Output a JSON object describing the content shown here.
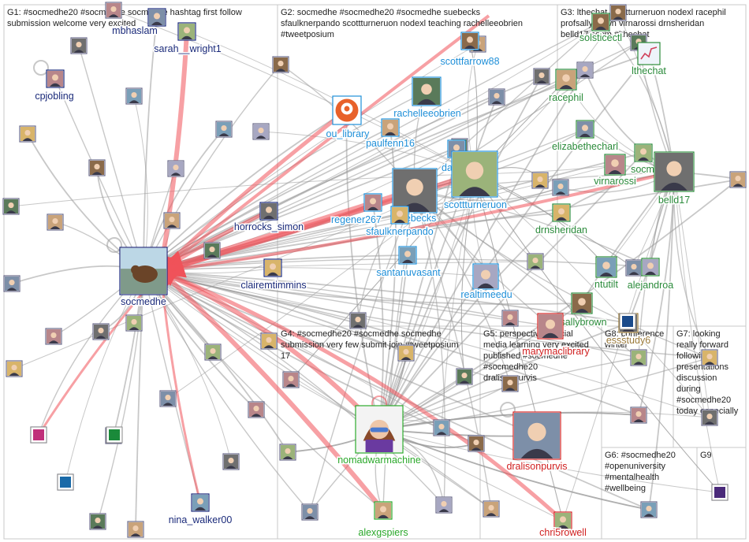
{
  "colors": {
    "edge": "#9a9a9a",
    "edge_highlight": "#f0525a",
    "box_border": "#c8c8c8",
    "group_text": "#222222",
    "g1_label": "#1a2a7a",
    "g2_label": "#1f8fd8",
    "g3_label": "#2a8a3a",
    "g4_label": "#2aa82a",
    "g5_label": "#d02020",
    "g6_label": "#9a7a3a"
  },
  "groups": [
    {
      "id": "G1",
      "text": "G1: #socmedhe20 #socmedhe socmedhe hashtag first follow submission welcome very excited"
    },
    {
      "id": "G2",
      "text": "G2: socmedhe #socmedhe20 #socmedhe suebecks sfaulknerpando scottturneruon nodexl teaching rachelleeobrien #tweetposium"
    },
    {
      "id": "G3",
      "text": "G3: lthechat scottturneruon nodexl racephil profsallybrown virnarossi drnsheridan belld17 socm #lthechat"
    },
    {
      "id": "G4",
      "text": "G4: #socmedhe20 #socmedhe socmedhe submission very few submit join #tweetposium 17"
    },
    {
      "id": "G5",
      "text": "G5: perspectives social media learning very excited published #socmedhe #socmedhe20 dralisonpurvis"
    },
    {
      "id": "G6",
      "text": "G6: #socmedhe20 #openuniversity #mentalhealth #wellbeing"
    },
    {
      "id": "G7",
      "text": "G7: looking really forward following presentations discussion during #socmedhe20 today especially"
    },
    {
      "id": "G8",
      "text": "G8: conference winter"
    },
    {
      "id": "G9",
      "text": "G9"
    }
  ],
  "nodes": [
    {
      "id": "socmedhe",
      "label": "socmedhe",
      "group": "G1",
      "avatar": "bear-photo"
    },
    {
      "id": "mbhaslam",
      "label": "mbhaslam",
      "group": "G1",
      "avatar": "portrait"
    },
    {
      "id": "sarah_wright1",
      "label": "sarah__wright1",
      "group": "G1",
      "avatar": "portrait"
    },
    {
      "id": "cpjobling",
      "label": "cpjobling",
      "group": "G1",
      "avatar": "portrait"
    },
    {
      "id": "horrocks_simon",
      "label": "horrocks_simon",
      "group": "G1",
      "avatar": "portrait"
    },
    {
      "id": "clairemtimmins",
      "label": "clairemtimmins",
      "group": "G1",
      "avatar": "portrait"
    },
    {
      "id": "nina_walker00",
      "label": "nina_walker00",
      "group": "G1",
      "avatar": "portrait"
    },
    {
      "id": "ou_library",
      "label": "ou_library",
      "group": "G2",
      "avatar": "ou-logo"
    },
    {
      "id": "scottfarrow88",
      "label": "scottfarrow88",
      "group": "G2",
      "avatar": "portrait"
    },
    {
      "id": "rachelleeobrien",
      "label": "rachelleeobrien",
      "group": "G2",
      "avatar": "portrait"
    },
    {
      "id": "paulfenn16",
      "label": "paulfenn16",
      "group": "G2",
      "avatar": "portrait"
    },
    {
      "id": "da",
      "label": "da",
      "group": "G2",
      "avatar": "portrait"
    },
    {
      "id": "scottturneruon",
      "label": "scottturneruon",
      "group": "G2",
      "avatar": "portrait"
    },
    {
      "id": "regener267",
      "label": "regener267",
      "group": "G2",
      "avatar": "portrait"
    },
    {
      "id": "suebecks",
      "label": "suebecks",
      "group": "G2",
      "avatar": "portrait"
    },
    {
      "id": "sfaulknerpando",
      "label": "sfaulknerpando",
      "group": "G2",
      "avatar": "portrait"
    },
    {
      "id": "santanuvasant",
      "label": "santanuvasant",
      "group": "G2",
      "avatar": "portrait"
    },
    {
      "id": "realtimeedu",
      "label": "realtimeedu",
      "group": "G2",
      "avatar": "portrait"
    },
    {
      "id": "solsticectl",
      "label": "solsticectl",
      "group": "G3",
      "avatar": "portrait"
    },
    {
      "id": "lthechat",
      "label": "lthechat",
      "group": "G3",
      "avatar": "chart-logo"
    },
    {
      "id": "racephil",
      "label": "racephil",
      "group": "G3",
      "avatar": "portrait"
    },
    {
      "id": "elizabethecharl",
      "label": "elizabethecharl",
      "group": "G3",
      "avatar": "portrait"
    },
    {
      "id": "socm",
      "label": "socm",
      "group": "G3",
      "avatar": "portrait"
    },
    {
      "id": "virnarossi",
      "label": "virnarossi",
      "group": "G3",
      "avatar": "portrait"
    },
    {
      "id": "belld17",
      "label": "belld17",
      "group": "G3",
      "avatar": "portrait"
    },
    {
      "id": "drnsheridan",
      "label": "drnsheridan",
      "group": "G3",
      "avatar": "portrait"
    },
    {
      "id": "ntutilt",
      "label": "ntutilt",
      "group": "G3",
      "avatar": "portrait"
    },
    {
      "id": "alejandroa",
      "label": "alejandroa",
      "group": "G3",
      "avatar": "portrait"
    },
    {
      "id": "sallybrown",
      "label": "sallybrown",
      "group": "G3",
      "avatar": "portrait"
    },
    {
      "id": "nomadwarmachine",
      "label": "nomadwarmachine",
      "group": "G4",
      "avatar": "cartoon"
    },
    {
      "id": "alexgspiers",
      "label": "alexgspiers",
      "group": "G4",
      "avatar": "portrait"
    },
    {
      "id": "dralisonpurvis",
      "label": "dralisonpurvis",
      "group": "G5",
      "avatar": "portrait"
    },
    {
      "id": "chri5rowell",
      "label": "chri5rowell",
      "group": "G5",
      "avatar": "portrait"
    },
    {
      "id": "marymaclibrary",
      "label": "marymaclibrary",
      "group": "G5",
      "avatar": "portrait"
    },
    {
      "id": "essstudy6",
      "label": "essstudy6",
      "group": "G8",
      "avatar": "portrait"
    }
  ]
}
